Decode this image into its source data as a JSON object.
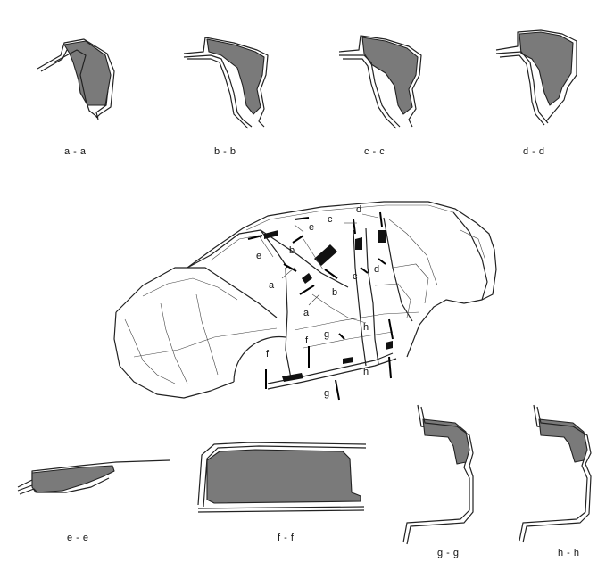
{
  "sections": {
    "aa": "a - a",
    "bb": "b - b",
    "cc": "c - c",
    "dd": "d - d",
    "ee": "e - e",
    "ff": "f - f",
    "gg": "g - g",
    "hh": "h - h"
  },
  "callouts": {
    "a": "a",
    "b": "b",
    "c": "c",
    "d": "d",
    "e": "e",
    "f": "f",
    "g": "g",
    "h": "h"
  }
}
